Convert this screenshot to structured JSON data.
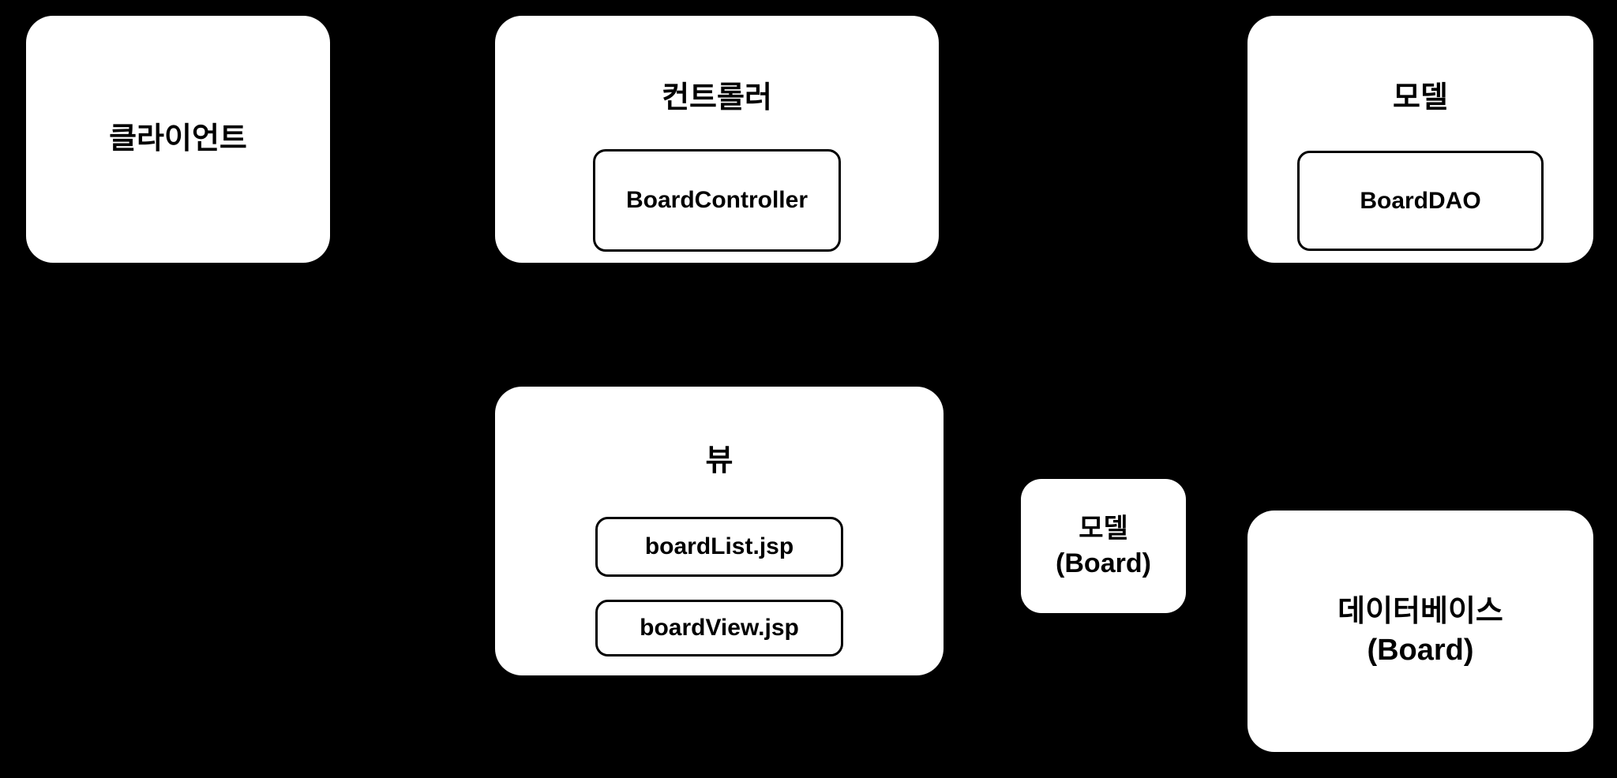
{
  "diagram": {
    "background_color": "#000000",
    "node_fill_color": "#ffffff",
    "text_color": "#000000",
    "nodes": {
      "client": {
        "label": "클라이언트"
      },
      "controller": {
        "title": "컨트롤러",
        "children": {
          "board_controller": "BoardController"
        }
      },
      "model_top": {
        "title": "모델",
        "children": {
          "board_dao": "BoardDAO"
        }
      },
      "view": {
        "title": "뷰",
        "children": {
          "board_list": "boardList.jsp",
          "board_view": "boardView.jsp"
        }
      },
      "model_board": {
        "line1": "모델",
        "line2": "(Board)"
      },
      "database": {
        "line1": "데이터베이스",
        "line2": "(Board)"
      }
    }
  }
}
